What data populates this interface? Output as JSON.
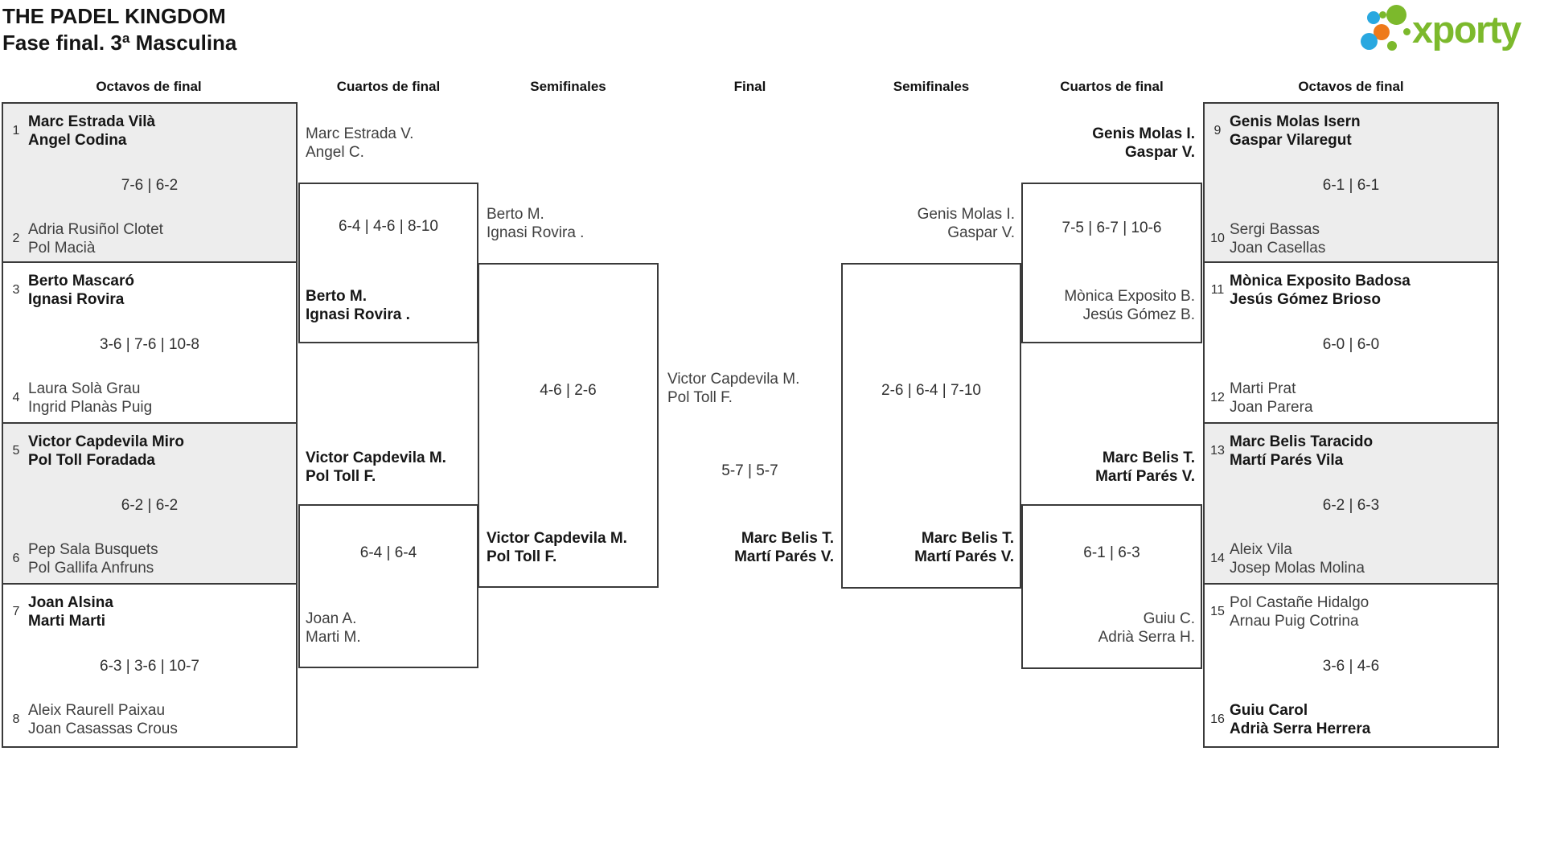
{
  "header": {
    "title": "THE PADEL KINGDOM",
    "subtitle": "Fase final. 3ª Masculina"
  },
  "logo": {
    "brand": "xporty",
    "colors": {
      "green": "#7cb92c",
      "blue": "#29a8e0",
      "orange": "#ee7a1a"
    }
  },
  "rounds": {
    "octavos_left": "Octavos de final",
    "cuartos_left": "Cuartos de final",
    "semis_left": "Semifinales",
    "final": "Final",
    "semis_right": "Semifinales",
    "cuartos_right": "Cuartos de final",
    "octavos_right": "Octavos de final"
  },
  "octavos": [
    {
      "seed1": "1",
      "team1a": "Marc Estrada Vilà",
      "team1b": "Angel Codina",
      "score": "7-6 | 6-2",
      "seed2": "2",
      "team2a": "Adria Rusiñol Clotet",
      "team2b": "Pol Macià",
      "winner": "team1"
    },
    {
      "seed1": "3",
      "team1a": "Berto Mascaró",
      "team1b": "Ignasi Rovira",
      "score": "3-6 | 7-6 | 10-8",
      "seed2": "4",
      "team2a": "Laura Solà Grau",
      "team2b": "Ingrid Planàs Puig",
      "winner": "team1"
    },
    {
      "seed1": "5",
      "team1a": "Victor Capdevila Miro",
      "team1b": "Pol Toll Foradada",
      "score": "6-2 | 6-2",
      "seed2": "6",
      "team2a": "Pep Sala Busquets",
      "team2b": "Pol Gallifa Anfruns",
      "winner": "team1"
    },
    {
      "seed1": "7",
      "team1a": "Joan Alsina",
      "team1b": "Marti Marti",
      "score": "6-3 | 3-6 | 10-7",
      "seed2": "8",
      "team2a": "Aleix Raurell Paixau",
      "team2b": "Joan Casassas Crous",
      "winner": "team1"
    },
    {
      "seed1": "9",
      "team1a": "Genis Molas Isern",
      "team1b": "Gaspar Vilaregut",
      "score": "6-1 | 6-1",
      "seed2": "10",
      "team2a": "Sergi Bassas",
      "team2b": "Joan Casellas",
      "winner": "team1"
    },
    {
      "seed1": "11",
      "team1a": "Mònica Exposito Badosa",
      "team1b": "Jesús Gómez Brioso",
      "score": "6-0 | 6-0",
      "seed2": "12",
      "team2a": "Marti Prat",
      "team2b": "Joan Parera",
      "winner": "team1"
    },
    {
      "seed1": "13",
      "team1a": "Marc Belis Taracido",
      "team1b": "Martí Parés Vila",
      "score": "6-2 | 6-3",
      "seed2": "14",
      "team2a": "Aleix Vila",
      "team2b": "Josep Molas Molina",
      "winner": "team1"
    },
    {
      "seed1": "15",
      "team1a": "Pol Castañe Hidalgo",
      "team1b": "Arnau Puig Cotrina",
      "score": "3-6 | 4-6",
      "seed2": "16",
      "team2a": "Guiu Carol",
      "team2b": "Adrià Serra Herrera",
      "winner": "team2"
    }
  ],
  "bracket": {
    "cuartos_left_top": {
      "team1a": "Marc Estrada V.",
      "team1b": "Angel C.",
      "score": "6-4 | 4-6 | 8-10",
      "team2a": "Berto M.",
      "team2b": "Ignasi Rovira .",
      "winner": "team2"
    },
    "cuartos_left_bottom": {
      "team1a": "Victor Capdevila M.",
      "team1b": "Pol Toll F.",
      "score": "6-4 | 6-4",
      "team2a": "Joan A.",
      "team2b": "Marti M.",
      "winner": "team1"
    },
    "semi_left": {
      "team1a": "Berto M.",
      "team1b": "Ignasi Rovira .",
      "score": "4-6 | 2-6",
      "team2a": "Victor Capdevila M.",
      "team2b": "Pol Toll F.",
      "winner": "team2"
    },
    "final": {
      "team1a": "Victor Capdevila M.",
      "team1b": "Pol Toll F.",
      "score": "5-7 | 5-7",
      "team2a": "Marc Belis T.",
      "team2b": "Martí Parés V.",
      "winner": "team2"
    },
    "semi_right": {
      "team1a": "Genis Molas I.",
      "team1b": "Gaspar V.",
      "score": "2-6 | 6-4 | 7-10",
      "team2a": "Marc Belis T.",
      "team2b": "Martí Parés V.",
      "winner": "team2"
    },
    "cuartos_right_top": {
      "team1a": "Genis Molas I.",
      "team1b": "Gaspar V.",
      "score": "7-5 | 6-7 | 10-6",
      "team2a": "Mònica Exposito B.",
      "team2b": "Jesús Gómez B.",
      "winner": "team1"
    },
    "cuartos_right_bottom": {
      "team1a": "Marc Belis T.",
      "team1b": "Martí Parés V.",
      "score": "6-1 | 6-3",
      "team2a": "Guiu C.",
      "team2b": "Adrià Serra H.",
      "winner": "team1"
    }
  }
}
